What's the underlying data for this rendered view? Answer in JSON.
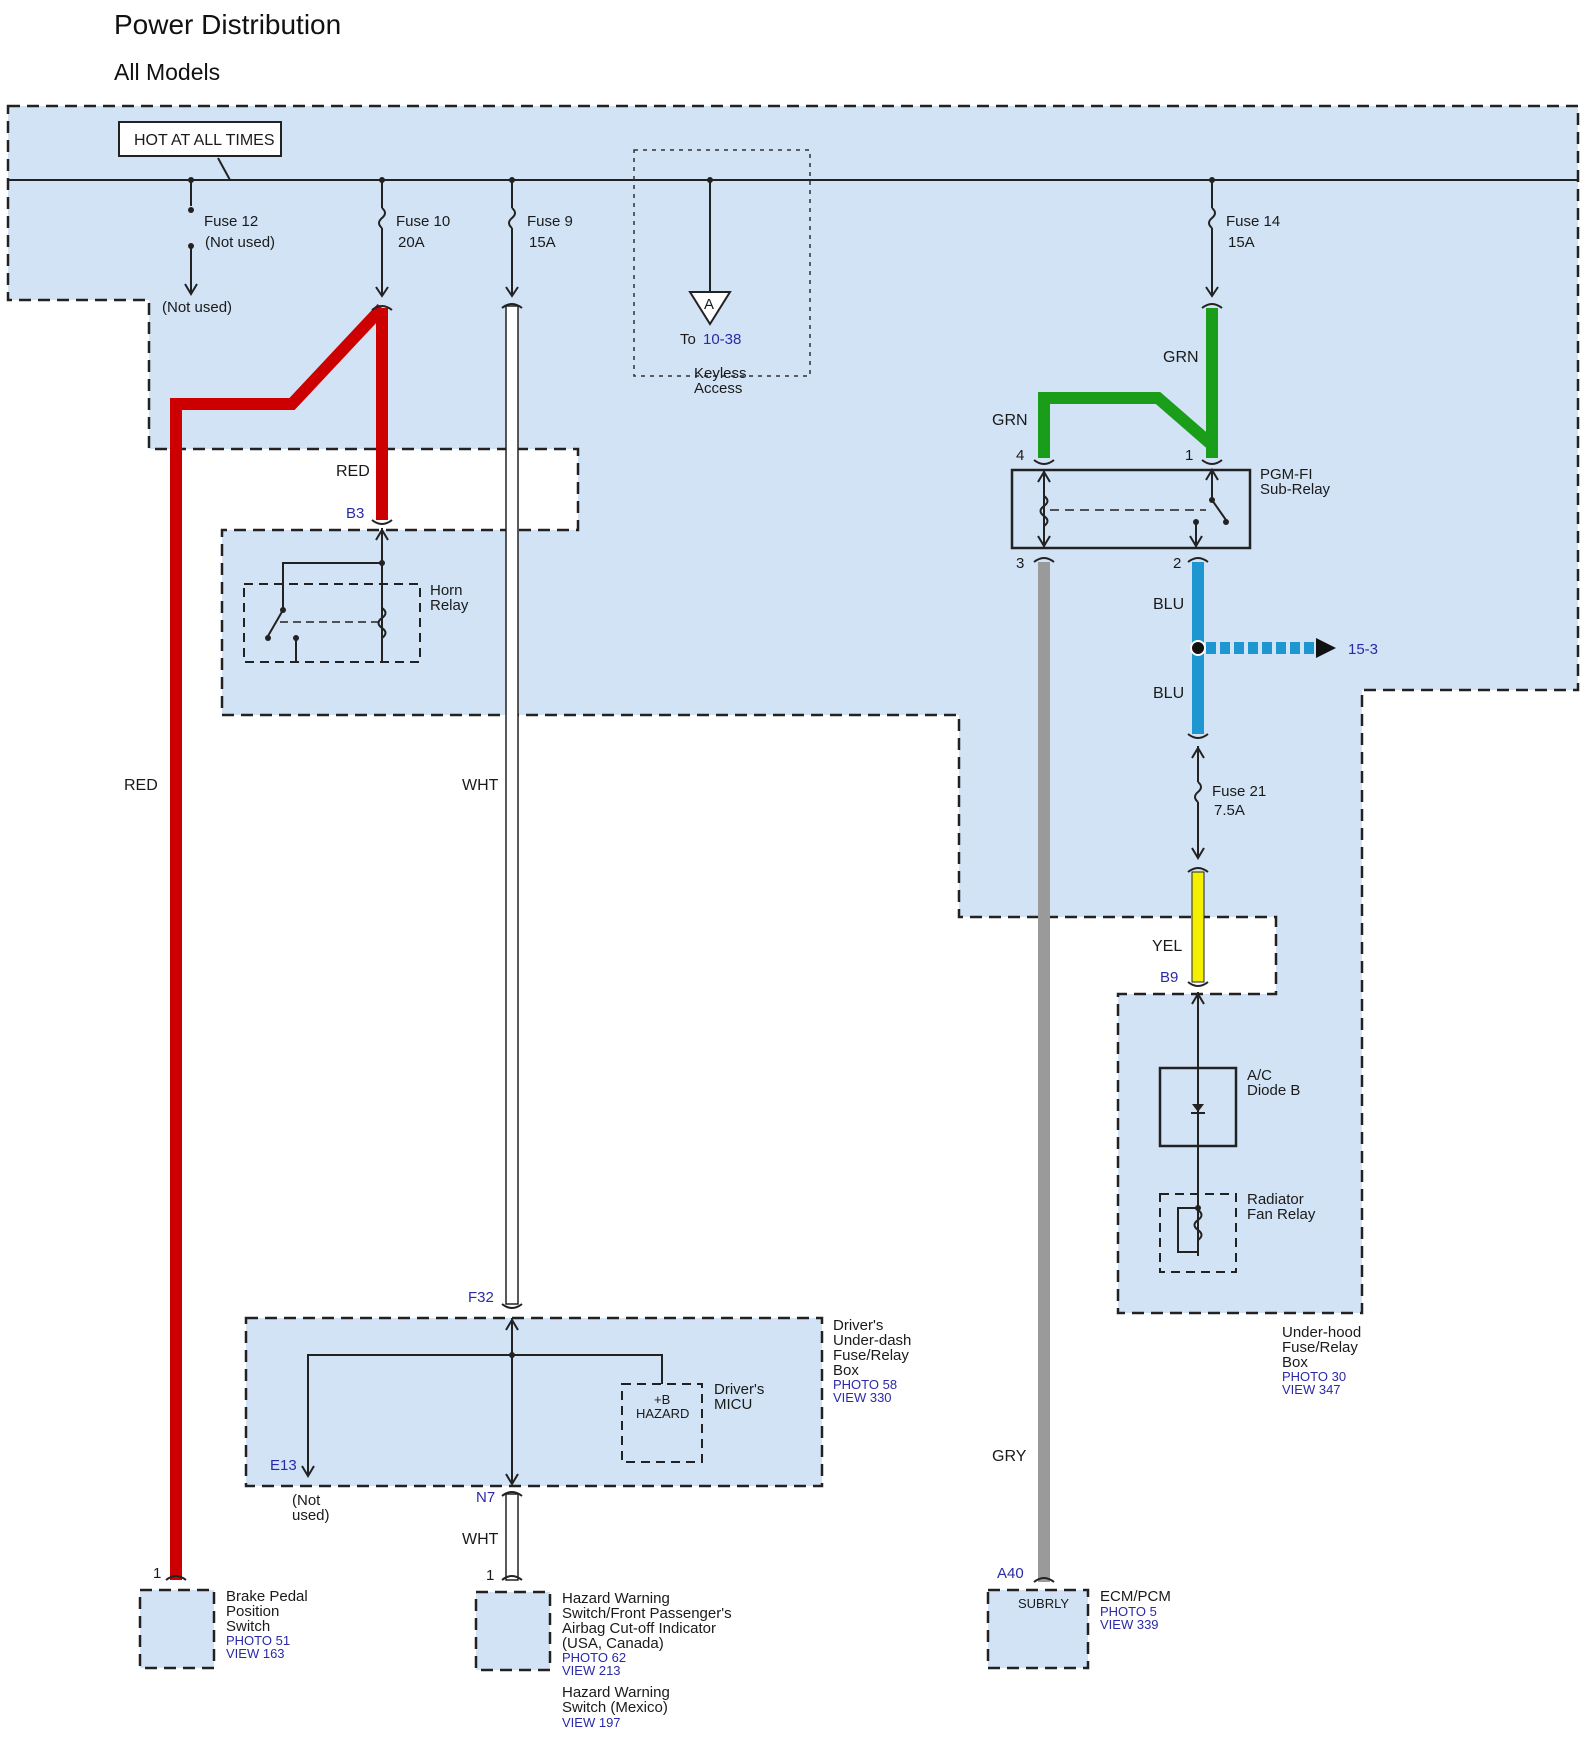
{
  "header": {
    "title": "Power Distribution",
    "subtitle": "All Models"
  },
  "colors": {
    "zone_fill": "#d2e3f5",
    "wire_red": "#cc0000",
    "wire_green": "#1a9e1a",
    "wire_blue": "#1e96d2",
    "wire_yellow": "#f5f000",
    "wire_gray": "#9a9a9a",
    "wire_white": "#ffffff",
    "link_blue": "#2a2aa8"
  },
  "bus": {
    "label": "HOT AT ALL TIMES"
  },
  "fuses": {
    "fuse12": {
      "name": "Fuse 12",
      "rating": "(Not used)",
      "terminal": "(Not used)"
    },
    "fuse10": {
      "name": "Fuse 10",
      "rating": "20A"
    },
    "fuse9": {
      "name": "Fuse 9",
      "rating": "15A"
    },
    "fuse14": {
      "name": "Fuse 14",
      "rating": "15A"
    },
    "fuse21": {
      "name": "Fuse 21",
      "rating": "7.5A"
    }
  },
  "keyless": {
    "connector": "A",
    "to_prefix": "To",
    "to_ref": "10-38",
    "label_line1": "Keyless",
    "label_line2": "Access"
  },
  "wires": {
    "red": "RED",
    "wht": "WHT",
    "grn": "GRN",
    "blu": "BLU",
    "yel": "YEL",
    "gry": "GRY"
  },
  "connectors": {
    "b3": "B3",
    "b9": "B9",
    "f32": "F32",
    "e13": "E13",
    "n7": "N7",
    "a40": "A40"
  },
  "pins": {
    "p1": "1",
    "p2": "2",
    "p3": "3",
    "p4": "4"
  },
  "components": {
    "horn_relay": {
      "line1": "Horn",
      "line2": "Relay"
    },
    "pgm_fi": {
      "line1": "PGM-FI",
      "line2": "Sub-Relay"
    },
    "ac_diode": {
      "line1": "A/C",
      "line2": "Diode B"
    },
    "rad_fan": {
      "line1": "Radiator",
      "line2": "Fan Relay"
    },
    "underhood_box": {
      "line1": "Under-hood",
      "line2": "Fuse/Relay",
      "line3": "Box",
      "photo": "PHOTO 30",
      "view": "VIEW 347"
    },
    "underdash_box": {
      "line1": "Driver's",
      "line2": "Under-dash",
      "line3": "Fuse/Relay",
      "line4": "Box",
      "photo": "PHOTO 58",
      "view": "VIEW 330"
    },
    "micu": {
      "line1": "Driver's",
      "line2": "MICU",
      "pin_line1": "+B",
      "pin_line2": "HAZARD"
    },
    "e13_note": {
      "line1": "(Not",
      "line2": "used)"
    },
    "brake_switch": {
      "line1": "Brake Pedal",
      "line2": "Position",
      "line3": "Switch",
      "photo": "PHOTO 51",
      "view": "VIEW 163"
    },
    "hazard_switch": {
      "line1": "Hazard Warning",
      "line2": "Switch/Front Passenger's",
      "line3": "Airbag Cut-off Indicator",
      "line4": "(USA, Canada)",
      "photo": "PHOTO 62",
      "view": "VIEW 213",
      "alt_line1": "Hazard Warning",
      "alt_line2": "Switch (Mexico)",
      "alt_view": "VIEW 197"
    },
    "ecm": {
      "line1": "ECM/PCM",
      "pin": "SUBRLY",
      "photo": "PHOTO 5",
      "view": "VIEW 339"
    }
  },
  "refs": {
    "blue_out": "15-3"
  }
}
